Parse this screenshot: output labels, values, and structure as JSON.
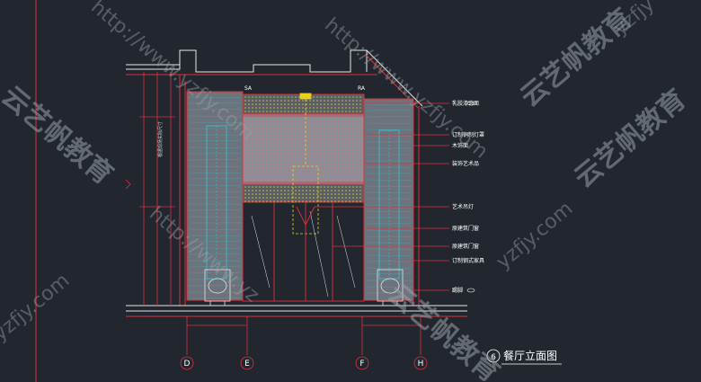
{
  "drawing": {
    "title": "餐厅立面图",
    "view_number": "6",
    "grid_axes": [
      "D",
      "E",
      "F",
      "H"
    ],
    "callouts": [
      "乳胶漆饰面",
      "订制铜制灯罩",
      "木饰面",
      "装饰艺术品",
      "艺术吊灯",
      "原建筑门窗",
      "原建筑门窗",
      "订制钢式家具",
      "踢脚"
    ],
    "small_marks": [
      "SA",
      "RA"
    ],
    "vertical_dim_text": "根据现场实际尺寸"
  },
  "watermarks": {
    "brand": "云艺帆教育",
    "url": "http://www.yzfjy.com",
    "url_fragments": [
      "yzfjy",
      "yzfjy.com",
      "http://www.yz"
    ]
  },
  "colors": {
    "background": "#21262f",
    "primary_line": "#e0303a",
    "cyan_line": "#39c6d6",
    "yellow_line": "#e8d21a",
    "white_line": "#e6e6e6",
    "panel_fill": "#8a8f98"
  }
}
